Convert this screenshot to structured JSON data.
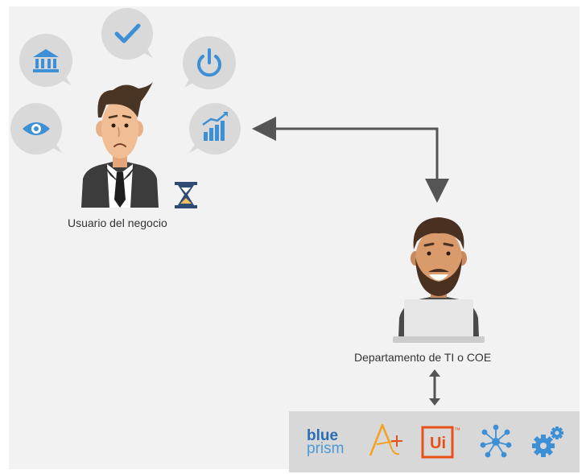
{
  "business_user": {
    "label": "Usuario del negocio",
    "bubbles": [
      {
        "icon": "bank-icon"
      },
      {
        "icon": "checkmark-icon"
      },
      {
        "icon": "power-icon"
      },
      {
        "icon": "eye-icon"
      },
      {
        "icon": "growth-chart-icon"
      }
    ],
    "status_icon": "hourglass-icon"
  },
  "it_department": {
    "label": "Departamento de TI o COE"
  },
  "tools": {
    "blueprism": {
      "line1": "blue",
      "line2": "prism"
    },
    "uipath": {
      "text": "Ui",
      "tm": "™"
    },
    "items": [
      "blue-prism-logo",
      "automation-anywhere-logo",
      "uipath-logo",
      "network-icon",
      "gears-icon"
    ]
  },
  "colors": {
    "icon_blue": "#3d8fd6",
    "bubble": "#d9d9d9",
    "arrow": "#555555",
    "uipath_orange": "#e8501a",
    "aa_orange": "#f4a21f",
    "background": "#f2f2f2"
  }
}
